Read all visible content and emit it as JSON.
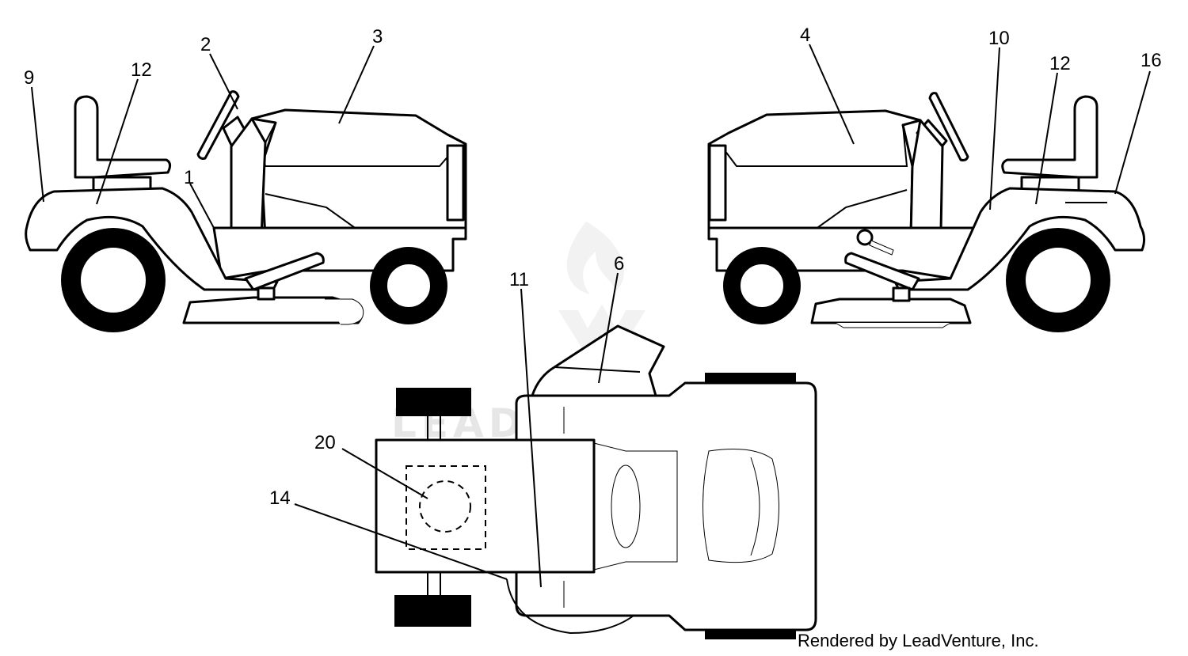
{
  "callouts": {
    "c1": "1",
    "c2": "2",
    "c3": "3",
    "c4": "4",
    "c6": "6",
    "c9": "9",
    "c10": "10",
    "c11": "11",
    "c12_left": "12",
    "c12_right": "12",
    "c14": "14",
    "c16": "16",
    "c20": "20"
  },
  "watermark": "LEADVENTURE",
  "credit": "Rendered by LeadVenture, Inc."
}
